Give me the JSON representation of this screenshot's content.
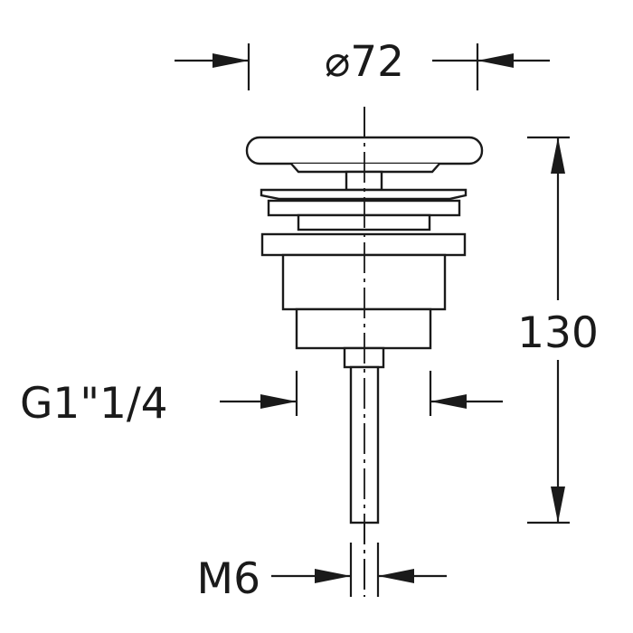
{
  "dimensions": {
    "top_diameter": "⌀72",
    "height": "130",
    "thread": "G1\"1/4",
    "rod": "M6"
  },
  "colors": {
    "line": "#1a1a1a",
    "background": "#ffffff"
  }
}
